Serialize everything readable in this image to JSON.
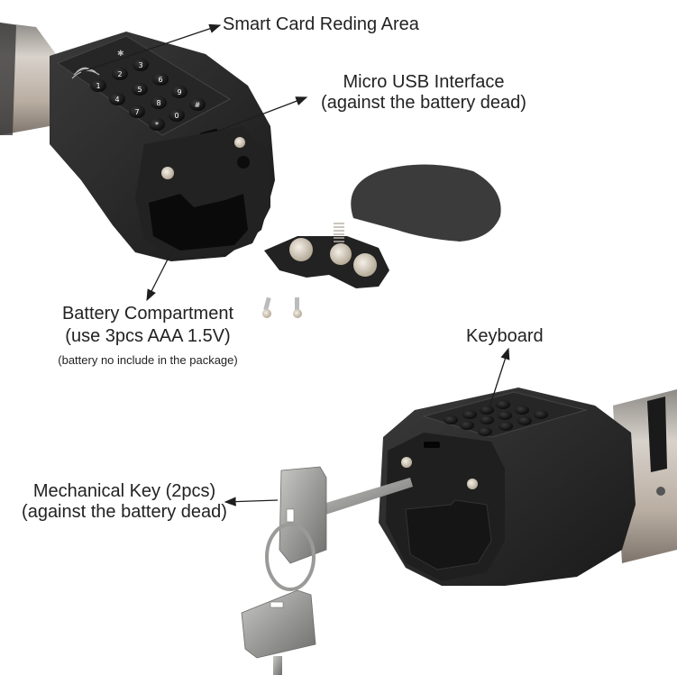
{
  "figure": {
    "background": "#ffffff",
    "subject": "Smart keypad cylinder lock with battery compartment and mechanical keys"
  },
  "callouts": {
    "smart_card": {
      "line1": "Smart Card Reding Area"
    },
    "micro_usb": {
      "line1": "Micro USB Interface",
      "line2": "(against the battery dead)"
    },
    "battery": {
      "line1": "Battery Compartment",
      "line2": "(use 3pcs AAA 1.5V)",
      "note": "(battery no include in the package)"
    },
    "keyboard": {
      "line1": "Keyboard"
    },
    "mech_key": {
      "line1": "Mechanical Key (2pcs)",
      "line2": "(against the battery dead)"
    }
  },
  "keypad_top": {
    "keys": [
      "3",
      "2",
      "6",
      "1",
      "5",
      "9",
      "4",
      "8",
      "#",
      "7",
      "0",
      "*"
    ]
  },
  "colors": {
    "body": "#2b2b2b",
    "body_dark": "#1a1a1a",
    "metal": "#c9bfb4",
    "text": "#222222",
    "arrow": "#1e1e1e"
  }
}
